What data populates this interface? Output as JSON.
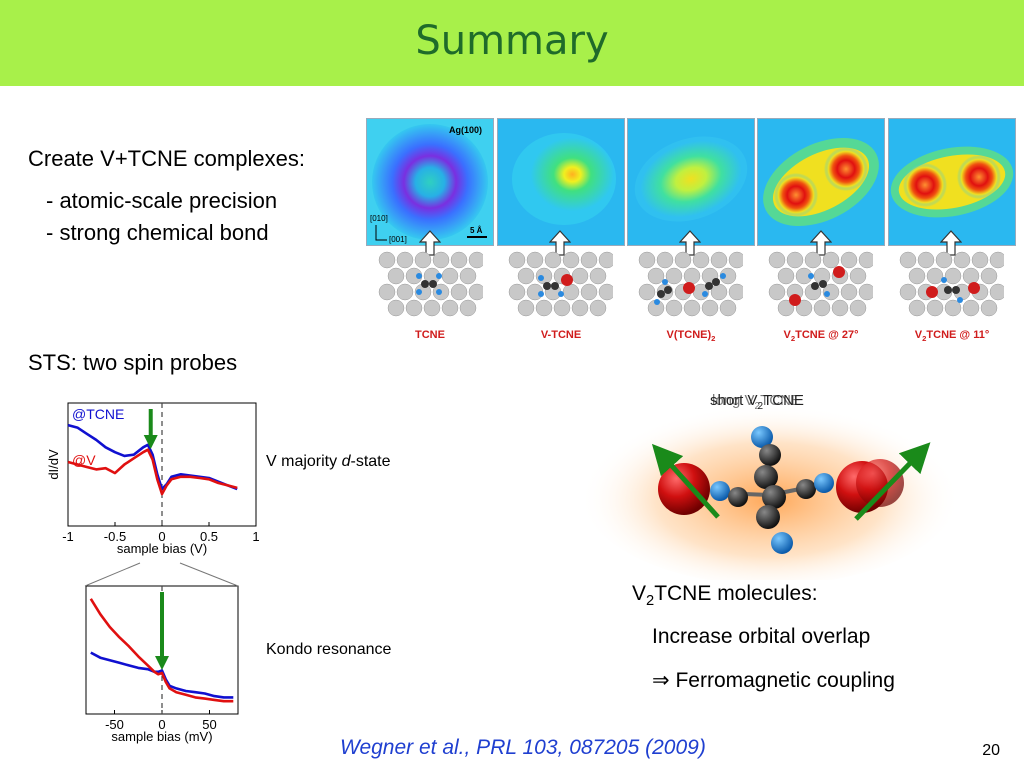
{
  "slide": {
    "title": "Summary",
    "create_heading": "Create V+TCNE complexes:",
    "bullets": [
      "- atomic-scale precision",
      "- strong chemical bond"
    ],
    "sts_heading": "STS: two spin probes",
    "v_majority_prefix": "V majority ",
    "v_majority_italic": "d",
    "v_majority_suffix": "-state",
    "kondo_label": "Kondo resonance",
    "v2tcne_prefix": "V",
    "v2tcne_sub": "2",
    "v2tcne_suffix": "TCNE molecules:",
    "point1": "Increase orbital overlap",
    "point2_symbol": "⇒",
    "point2": "Ferromagnetic coupling",
    "citation": "Wegner et al., PRL 103, 087205 (2009)",
    "page_number": "20",
    "overlay_text_a": "short V",
    "overlay_text_b": "long V",
    "overlay_sub": "2",
    "overlay_suffix": "TCNE"
  },
  "stm_panels": {
    "surface_label": "Ag(100)",
    "axis_010": "[010]",
    "axis_001": "[001]",
    "scale": "5 Å"
  },
  "molecules": [
    {
      "label": "TCNE",
      "sub": "",
      "suffix": ""
    },
    {
      "label": "V-TCNE",
      "sub": "",
      "suffix": ""
    },
    {
      "label": "V(TCNE)",
      "sub": "2",
      "suffix": ""
    },
    {
      "label": "V",
      "sub": "2",
      "suffix": "TCNE @ 27°"
    },
    {
      "label": "V",
      "sub": "2",
      "suffix": "TCNE @ 11°"
    }
  ],
  "chart_data": [
    {
      "type": "line",
      "xlabel": "sample bias (V)",
      "ylabel": "dI/dV",
      "xlim": [
        -1,
        1
      ],
      "x_ticks": [
        "-1",
        "-0.5",
        "0",
        "0.5",
        "1"
      ],
      "series": [
        {
          "name": "@TCNE",
          "color": "#1010d0",
          "x": [
            -1.0,
            -0.9,
            -0.8,
            -0.7,
            -0.6,
            -0.5,
            -0.4,
            -0.3,
            -0.2,
            -0.15,
            -0.1,
            -0.05,
            0.0,
            0.05,
            0.1,
            0.2,
            0.3,
            0.4,
            0.5,
            0.6,
            0.7,
            0.8
          ],
          "y": [
            0.82,
            0.8,
            0.75,
            0.7,
            0.64,
            0.6,
            0.57,
            0.58,
            0.64,
            0.66,
            0.58,
            0.42,
            0.3,
            0.34,
            0.4,
            0.42,
            0.41,
            0.4,
            0.39,
            0.36,
            0.33,
            0.3
          ]
        },
        {
          "name": "@V",
          "color": "#e01010",
          "x": [
            -1.0,
            -0.9,
            -0.8,
            -0.7,
            -0.6,
            -0.5,
            -0.4,
            -0.3,
            -0.2,
            -0.15,
            -0.1,
            -0.05,
            0.0,
            0.05,
            0.1,
            0.2,
            0.3,
            0.4,
            0.5,
            0.6,
            0.7,
            0.8
          ],
          "y": [
            0.52,
            0.5,
            0.48,
            0.46,
            0.47,
            0.43,
            0.5,
            0.55,
            0.6,
            0.62,
            0.54,
            0.38,
            0.26,
            0.33,
            0.38,
            0.4,
            0.4,
            0.39,
            0.38,
            0.35,
            0.33,
            0.31
          ]
        }
      ],
      "marker_x": -0.12
    },
    {
      "type": "line",
      "xlabel": "sample bias (mV)",
      "xlim": [
        -80,
        80
      ],
      "x_ticks": [
        "-50",
        "0",
        "50"
      ],
      "series": [
        {
          "color": "#1010d0",
          "x": [
            -75,
            -65,
            -55,
            -45,
            -35,
            -25,
            -15,
            -8,
            -4,
            0,
            4,
            8,
            15,
            25,
            35,
            45,
            55,
            65,
            75
          ],
          "y": [
            0.48,
            0.44,
            0.42,
            0.4,
            0.38,
            0.36,
            0.35,
            0.33,
            0.33,
            0.34,
            0.27,
            0.22,
            0.2,
            0.18,
            0.17,
            0.16,
            0.14,
            0.13,
            0.13
          ]
        },
        {
          "color": "#e01010",
          "x": [
            -75,
            -65,
            -55,
            -45,
            -35,
            -25,
            -15,
            -8,
            -4,
            0,
            4,
            8,
            15,
            25,
            35,
            45,
            55,
            65,
            75
          ],
          "y": [
            0.9,
            0.78,
            0.68,
            0.6,
            0.53,
            0.45,
            0.38,
            0.33,
            0.31,
            0.32,
            0.25,
            0.2,
            0.17,
            0.15,
            0.13,
            0.12,
            0.11,
            0.1,
            0.1
          ]
        }
      ],
      "marker_x": 0
    }
  ],
  "colors": {
    "title_bar": "#a8f04a",
    "title": "#1f6b2a",
    "citation": "#1f3fd0",
    "accent_red": "#d01c1c",
    "arrow_green": "#1a8a1a"
  }
}
